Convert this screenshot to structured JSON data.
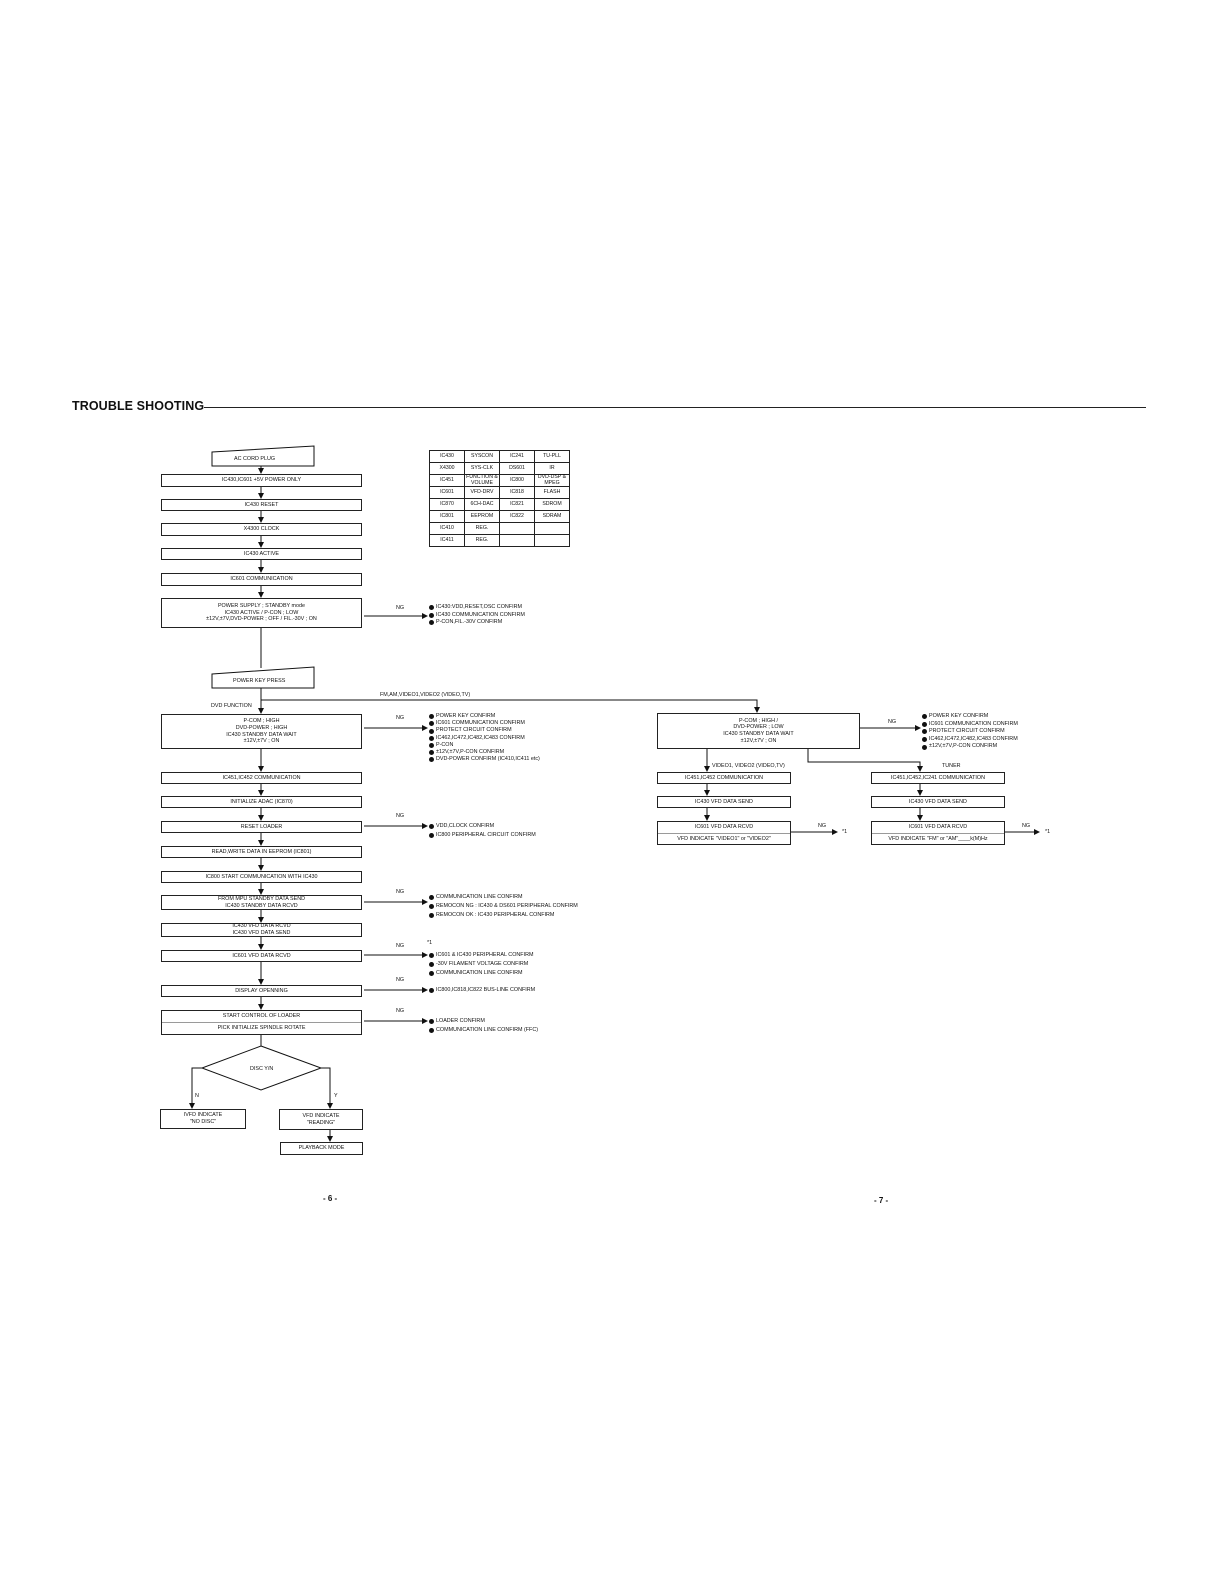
{
  "header": {
    "title": "TROUBLE SHOOTING"
  },
  "ic_table": [
    [
      "IC430",
      "SYSCON",
      "IC241",
      "TU-PLL"
    ],
    [
      "X4300",
      "SYS-CLK",
      "DS601",
      "IR"
    ],
    [
      "IC451",
      "FUNCTION & VOLUME",
      "IC800",
      "DVD-DSP & MPEG"
    ],
    [
      "IC601",
      "VFD-DRV",
      "IC818",
      "FLASH"
    ],
    [
      "IC870",
      "6CH-DAC",
      "IC821",
      "SDROM"
    ],
    [
      "IC801",
      "EEPROM",
      "IC822",
      "SDRAM"
    ],
    [
      "IC410",
      "REG.",
      "",
      ""
    ],
    [
      "IC411",
      "REG.",
      "",
      ""
    ]
  ],
  "left": {
    "ac_cord_plug": "AC CORD PLUG",
    "power_only": "IC430,IC601 +5V POWER ONLY",
    "reset": "IC430 RESET",
    "clock": "X4300 CLOCK",
    "active": "IC430 ACTIVE",
    "comm": "IC601 COMMUNICATION",
    "power_supply": [
      "POWER SUPPLY ; STANDBY mode",
      "IC430 ACTIVE /  P-CON ; LOW",
      "±12V,±7V,DVD-POWER ; OFF / FIL.-30V ; ON"
    ],
    "power_key_press": "POWER KEY PRESS",
    "dvd_function": "DVD FUNCTION",
    "pcom_high": [
      "P-COM ; HIGH",
      "DVD-POWER ; HIGH",
      "IC430 STANDBY DATA WAIT",
      "±12V,±7V ; ON"
    ],
    "ic451_comm": "IC451,IC452 COMMUNICATION",
    "init_adac": "INITIALIZE ADAC (IC870)",
    "reset_loader": "RESET LOADER",
    "read_write": "READ,WRITE DATA IN EEPROM (IC801)",
    "ic800_start": "IC800 START COMMUNICATION WITH IC430",
    "from_mpu": [
      "FROM MPU STANDBY DATA SEND",
      "IC430 STANDBY DATA RCVD"
    ],
    "vfd_rcvd_send": [
      "IC430 VFD DATA RCVD",
      "IC430 VFD DATA SEND"
    ],
    "ic601_vfd": "IC601 VFD DATA RCVD",
    "display_open": "DISPLAY OPENNING",
    "start_control": "START CONTROL OF LOADER",
    "pick_init": "PICK INITIALIZE SPINDLE ROTATE",
    "disc_yn": "DISC Y/N",
    "n": "N",
    "y": "Y",
    "no_disc": [
      "IVFD INDICATE",
      "\"NO DISC\""
    ],
    "reading": [
      "VFD INDICATE",
      "\"READING\""
    ],
    "playback": "PLAYBACK MODE"
  },
  "checks": {
    "ng": "NG",
    "power_supply": [
      "IC430:VDD,RESET,OSC CONFIRM",
      "IC430 COMMUNICATION CONFIRM",
      "P-CON,FIL.-30V CONFIRM"
    ],
    "pcom": [
      "POWER KEY CONFIRM",
      "IC601 COMMUNICATION CONFIRM",
      "PROTECT CIRCUIT CONFIRM",
      "IC462,IC472,IC482,IC483 CONFIRM",
      "P-CON",
      "±12V,±7V,P-CON CONFIRM",
      "DVD-POWER CONFIRM (IC410,IC411 etc)"
    ],
    "reset_loader": [
      "VDD,CLOCK CONFIRM",
      "IC800 PERIPHERAL CIRCUIT CONFIRM"
    ],
    "from_mpu": [
      "COMMUNICATION LINE CONFIRM",
      "REMOCON NG : IC430 & DS601 PERIPHERAL CONFIRM",
      "REMOCON OK : IC430 PERIPHERAL CONFIRM"
    ],
    "star1": "*1",
    "ic601": [
      "IC601 & IC430 PERIPHERAL CONFIRM",
      "-30V FILAMENT VOLTAGE CONFIRM",
      "COMMUNICATION LINE CONFIRM"
    ],
    "display": [
      "IC800,IC818,IC822 BUS-LINE CONFIRM"
    ],
    "loader": [
      "LOADER CONFIRM",
      "COMMUNICATION LINE CONFIRM (FFC)"
    ]
  },
  "right": {
    "fm_label": "FM,AM,VIDEO1,VIDEO2 (VIDEO,TV)",
    "pcom_low": [
      "P-COM ; HIGH /",
      "DVD-POWER ; LOW",
      "IC430 STANDBY DATA WAIT",
      "±12V,±7V ; ON"
    ],
    "checks": [
      "POWER KEY CONFIRM",
      "IC601 COMMUNICATION CONFIRM",
      "PROTECT CIRCUIT CONFIRM",
      "IC462,IC472,IC482,IC483 CONFIRM",
      "±12V,±7V,P-CON CONFIRM"
    ],
    "video_label": "VIDEO1, VIDEO2 (VIDEO,TV)",
    "tuner_label": "TUNER",
    "v_comm": "IC451,IC452 COMMUNICATION",
    "t_comm": "IC451,IC452,IC241 COMMUNICATION",
    "v_send": "IC430 VFD DATA SEND",
    "t_send": "IC430 VFD DATA SEND",
    "v_rcvd": "IC601 VFD DATA RCVD",
    "v_ind": "VFD INDICATE \"VIDEO1\" or \"VIDEO2\"",
    "t_rcvd": "IC601 VFD DATA RCVD",
    "t_ind": "VFD INDICATE \"FM\" or \"AM\"____k(M)Hz"
  },
  "pages": {
    "left": "- 6 -",
    "right": "- 7 -"
  }
}
